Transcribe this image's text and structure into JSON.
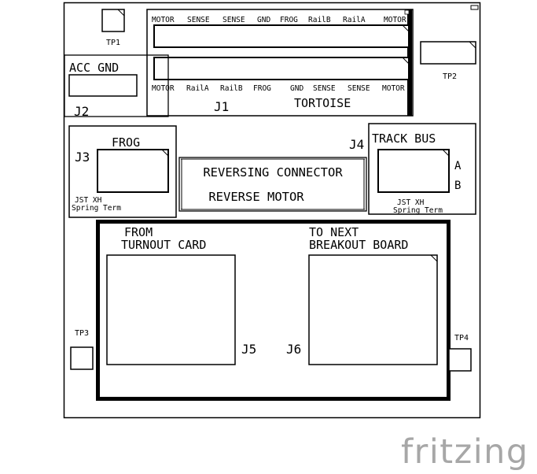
{
  "board": {
    "testpoints": {
      "tp1": "TP1",
      "tp2": "TP2",
      "tp3": "TP3",
      "tp4": "TP4"
    },
    "j1": {
      "top_pins": [
        "MOTOR",
        "SENSE",
        "SENSE",
        "GND",
        "FROG",
        "RailB",
        "RailA",
        "MOTOR"
      ],
      "bottom_pins": [
        "MOTOR",
        "RailA",
        "RailB",
        "FROG",
        "GND",
        "SENSE",
        "SENSE",
        "MOTOR"
      ],
      "ref": "J1",
      "name": "TORTOISE"
    },
    "j2": {
      "title": "ACC GND",
      "ref": "J2"
    },
    "j3": {
      "title": "FROG",
      "ref": "J3",
      "type1": "JST XH",
      "type2": "Spring Term"
    },
    "j4": {
      "title": "TRACK BUS",
      "ref": "J4",
      "pin_a": "A",
      "pin_b": "B",
      "type1": "JST XH",
      "type2": "Spring Term"
    },
    "reversing": {
      "line1": "REVERSING CONNECTOR",
      "line2": "REVERSE MOTOR"
    },
    "j5": {
      "line1": "FROM",
      "line2": "TURNOUT CARD",
      "ref": "J5"
    },
    "j6": {
      "line1": "TO NEXT",
      "line2": "BREAKOUT BOARD",
      "ref": "J6"
    }
  },
  "watermark": "fritzing"
}
